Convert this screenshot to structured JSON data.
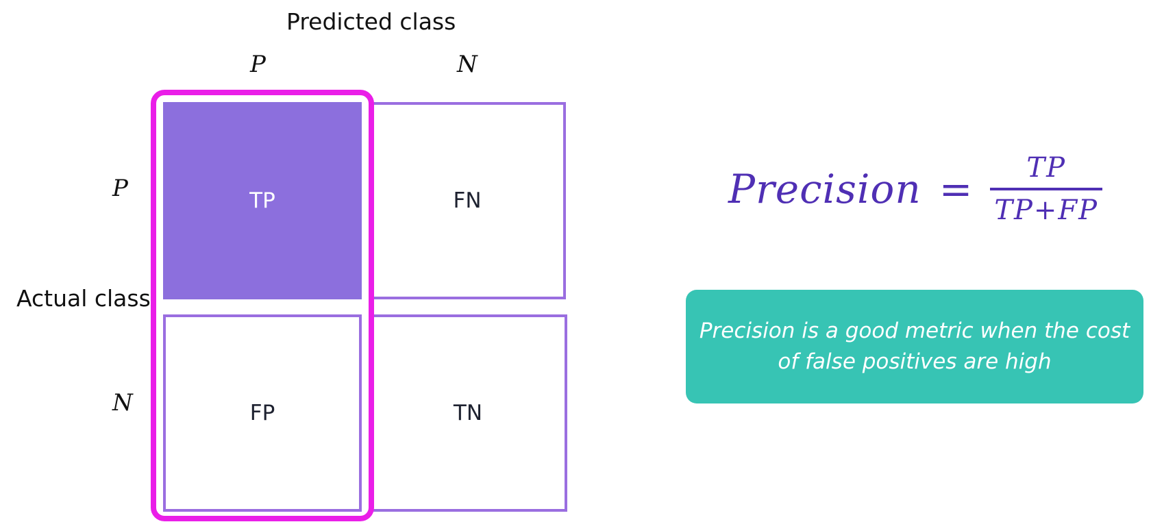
{
  "headers": {
    "predicted": "Predicted class",
    "actual": "Actual class"
  },
  "axis": {
    "predicted_pos": "P",
    "predicted_neg": "N",
    "actual_pos": "P",
    "actual_neg": "N"
  },
  "cells": {
    "tp": "TP",
    "fn": "FN",
    "fp": "FP",
    "tn": "TN"
  },
  "formula": {
    "lhs": "Precision",
    "eq": "=",
    "numerator": "TP",
    "denominator": "TP+FP"
  },
  "note": {
    "line1": "Precision is a good metric when the cost",
    "line2": "of false positives are high"
  },
  "colors": {
    "highlight": "#ea1ee8",
    "cell_border": "#9a6ee0",
    "tp_fill": "#8c6fdd",
    "formula": "#4f2fb4",
    "note_bg": "#37c4b4"
  }
}
